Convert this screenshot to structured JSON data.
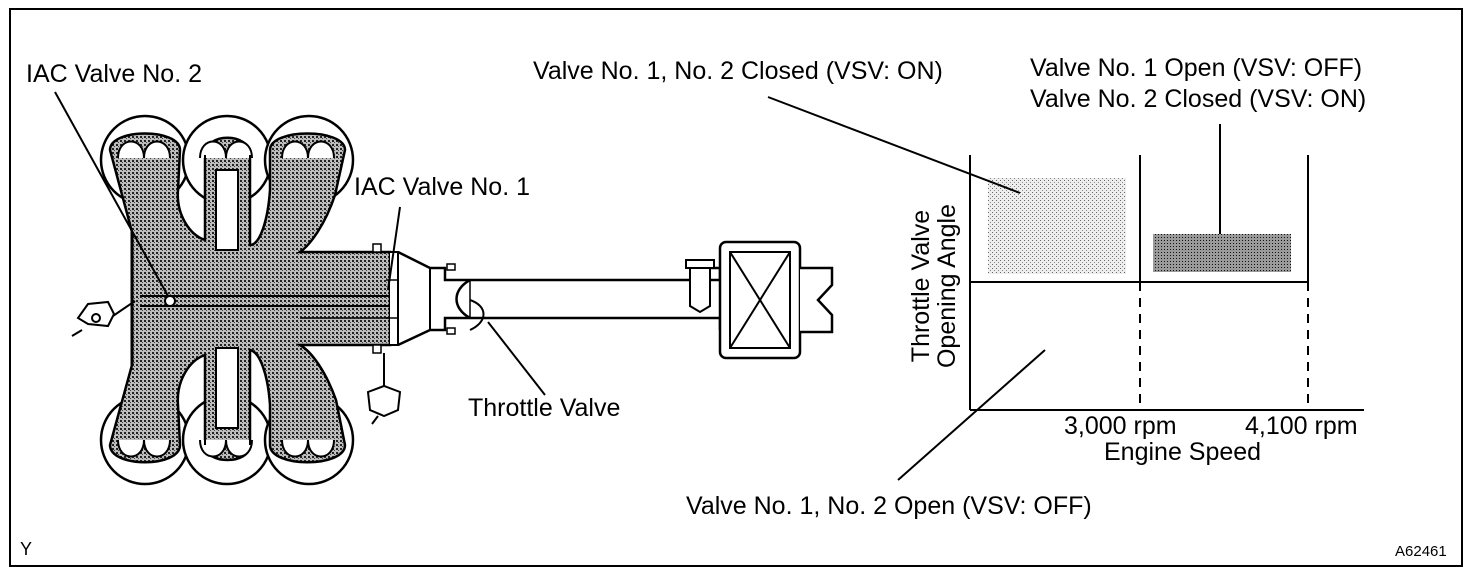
{
  "labels": {
    "iac_valve_2": "IAC Valve No. 2",
    "iac_valve_1": "IAC Valve No. 1",
    "throttle_valve": "Throttle Valve",
    "closed_both": "Valve No. 1, No. 2 Closed (VSV: ON)",
    "valve1_open": "Valve No. 1 Open (VSV: OFF)",
    "valve2_closed": "Valve No. 2 Closed (VSV: ON)",
    "open_both": "Valve No. 1, No. 2 Open (VSV: OFF)",
    "y_axis_line1": "Throttle Valve",
    "y_axis_line2": "Opening Angle",
    "x_axis": "Engine Speed",
    "rpm_3000": "3,000 rpm",
    "rpm_4100": "4,100 rpm",
    "corner_y": "Y",
    "figure_code": "A62461"
  },
  "colors": {
    "ink": "#000000",
    "background": "#ffffff",
    "light_stipple": "#d6d6d6",
    "dark_stipple": "#7a7a7a",
    "intake_stipple": "#8a8a8a"
  }
}
